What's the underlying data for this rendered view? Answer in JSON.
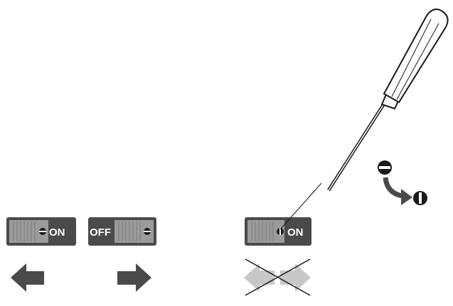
{
  "switches": [
    {
      "state": "on",
      "label": "ON"
    },
    {
      "state": "off",
      "label": "OFF"
    },
    {
      "state": "on",
      "label": "ON",
      "adjusted_with": "screwdriver-icon"
    }
  ],
  "arrows": [
    {
      "direction": "left",
      "icon": "arrow-left-icon"
    },
    {
      "direction": "right",
      "icon": "arrow-right-icon"
    },
    {
      "direction": "both",
      "icon": "double-arrow-crossed-icon",
      "crossed_out": true
    }
  ],
  "rotation_hint": {
    "from": "horizontal-slot",
    "to": "vertical-slot",
    "icon": "rotate-arrow-icon"
  },
  "colors": {
    "switch_body": "#4a4a4a",
    "switch_slider": "#9b9b9b",
    "arrow_dark": "#4a4a4a",
    "arrow_light": "#c8c8c8",
    "line": "#1a1a1a"
  }
}
